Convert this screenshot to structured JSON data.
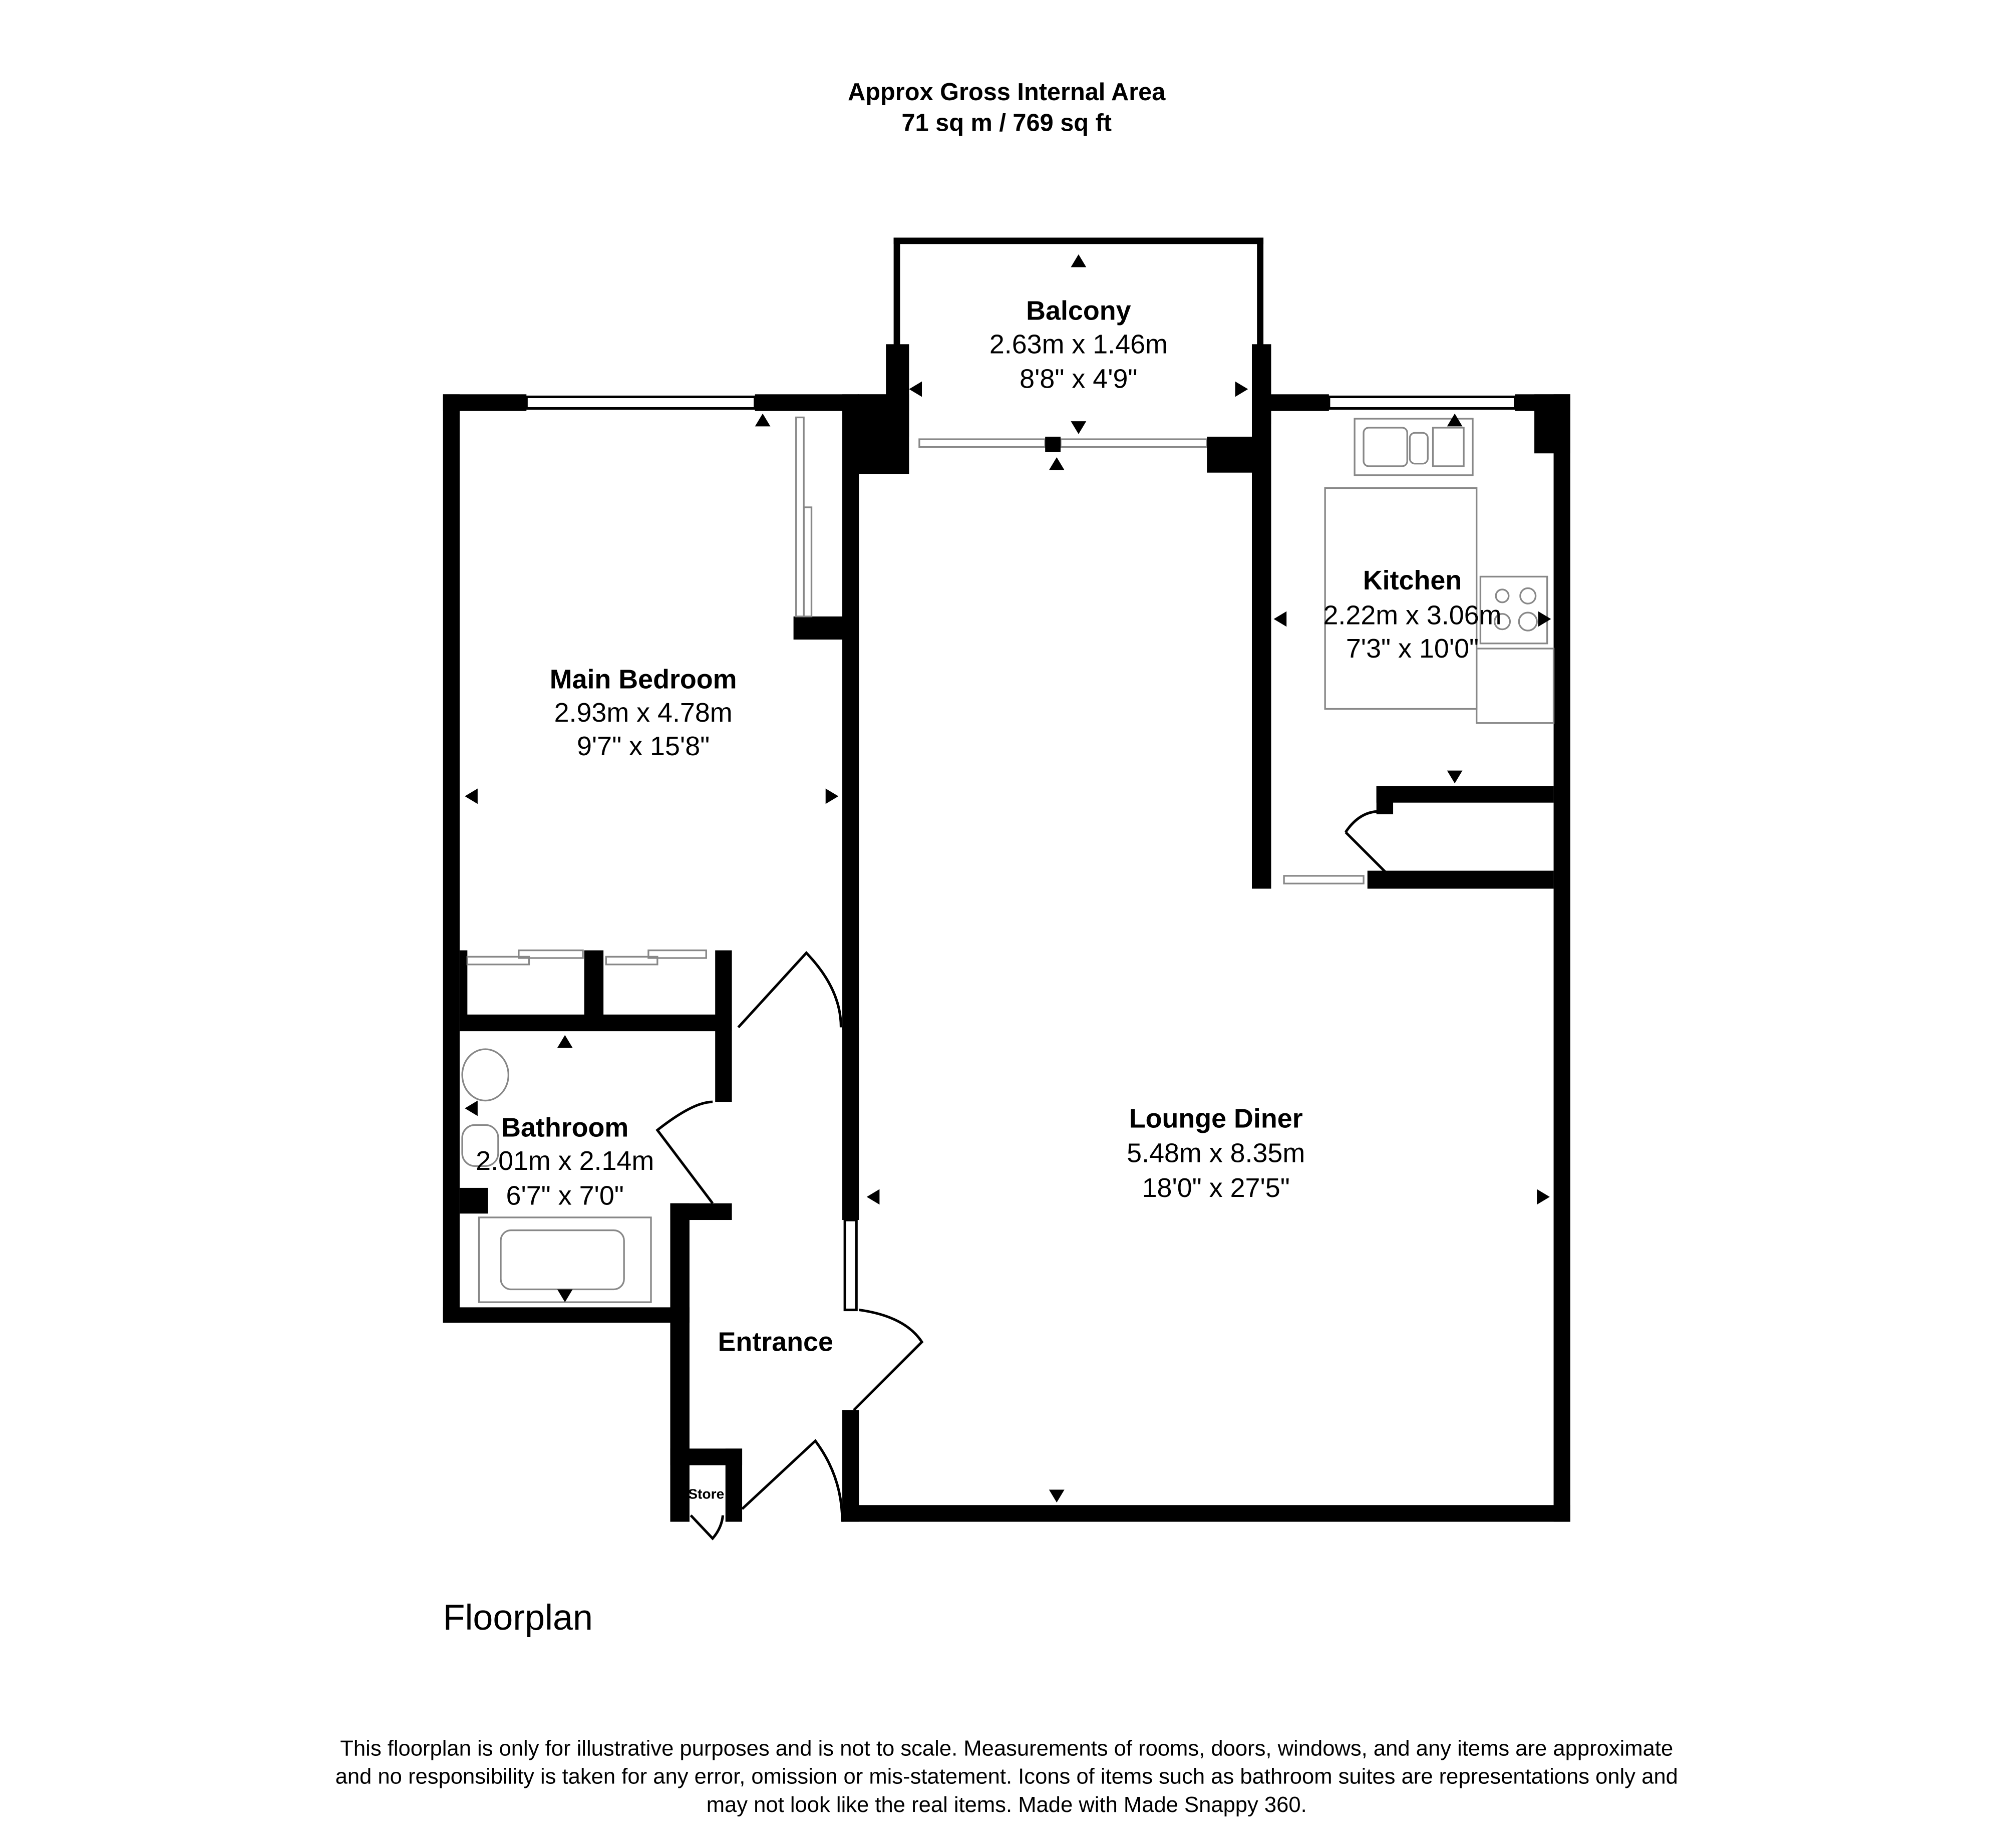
{
  "header": {
    "line1": "Approx Gross Internal Area",
    "line2": "71 sq m / 769 sq ft"
  },
  "rooms": {
    "balcony": {
      "name": "Balcony",
      "metric": "2.63m x 1.46m",
      "imperial": "8'8\" x 4'9\""
    },
    "main_bedroom": {
      "name": "Main Bedroom",
      "metric": "2.93m x 4.78m",
      "imperial": "9'7\" x 15'8\""
    },
    "kitchen": {
      "name": "Kitchen",
      "metric": "2.22m x 3.06m",
      "imperial": "7'3\" x 10'0\""
    },
    "lounge_diner": {
      "name": "Lounge Diner",
      "metric": "5.48m x 8.35m",
      "imperial": "18'0\" x 27'5\""
    },
    "bathroom": {
      "name": "Bathroom",
      "metric": "2.01m x 2.14m",
      "imperial": "6'7\" x 7'0\""
    },
    "entrance": {
      "name": "Entrance"
    },
    "store": {
      "name": "Store"
    }
  },
  "floor_label": "Floorplan",
  "disclaimer": [
    "This floorplan is only for illustrative purposes and is not to scale. Measurements of rooms, doors, windows, and any items are approximate",
    "and no responsibility is taken for any error, omission or mis-statement. Icons of items such as bathroom suites are representations only and",
    "may not look like the real items. Made with Made Snappy 360."
  ]
}
